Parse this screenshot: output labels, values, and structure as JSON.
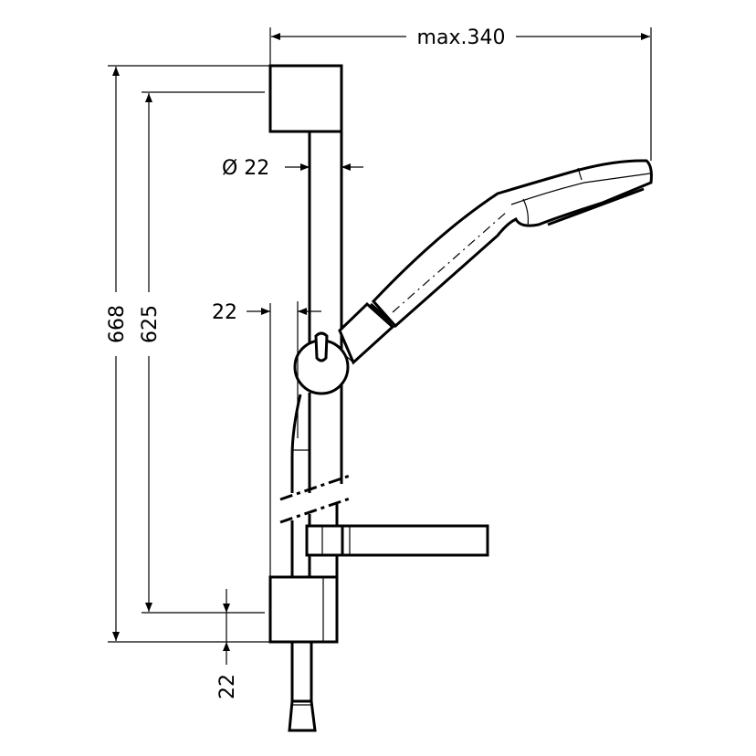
{
  "dimensions": {
    "max_width": "max.340",
    "total_height": "668",
    "bracket_spacing": "625",
    "rail_diameter": "Ø 22",
    "wall_offset": "22",
    "bottom_offset": "22"
  },
  "colors": {
    "line": "#000000",
    "background": "#ffffff"
  }
}
